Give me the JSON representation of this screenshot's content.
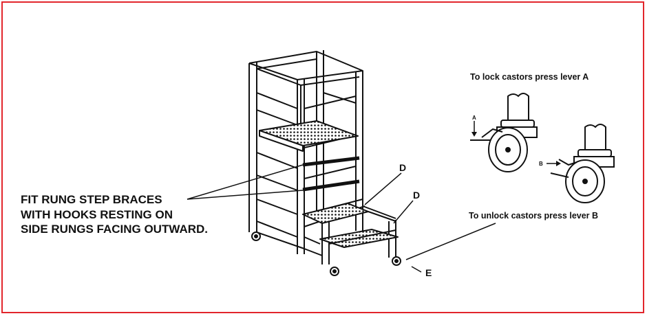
{
  "instruction": {
    "line1": "FIT RUNG STEP BRACES",
    "line2": "WITH HOOKS RESTING ON",
    "line3": "SIDE RUNGS FACING OUTWARD."
  },
  "castor": {
    "lock_text": "To lock castors press lever A",
    "unlock_text": "To unlock castors press lever B",
    "lever_a": "A",
    "lever_b": "B"
  },
  "labels": {
    "d_upper": "D",
    "d_lower": "D",
    "e": "E"
  },
  "colors": {
    "frame_border": "#e2252b",
    "line": "#111111"
  }
}
